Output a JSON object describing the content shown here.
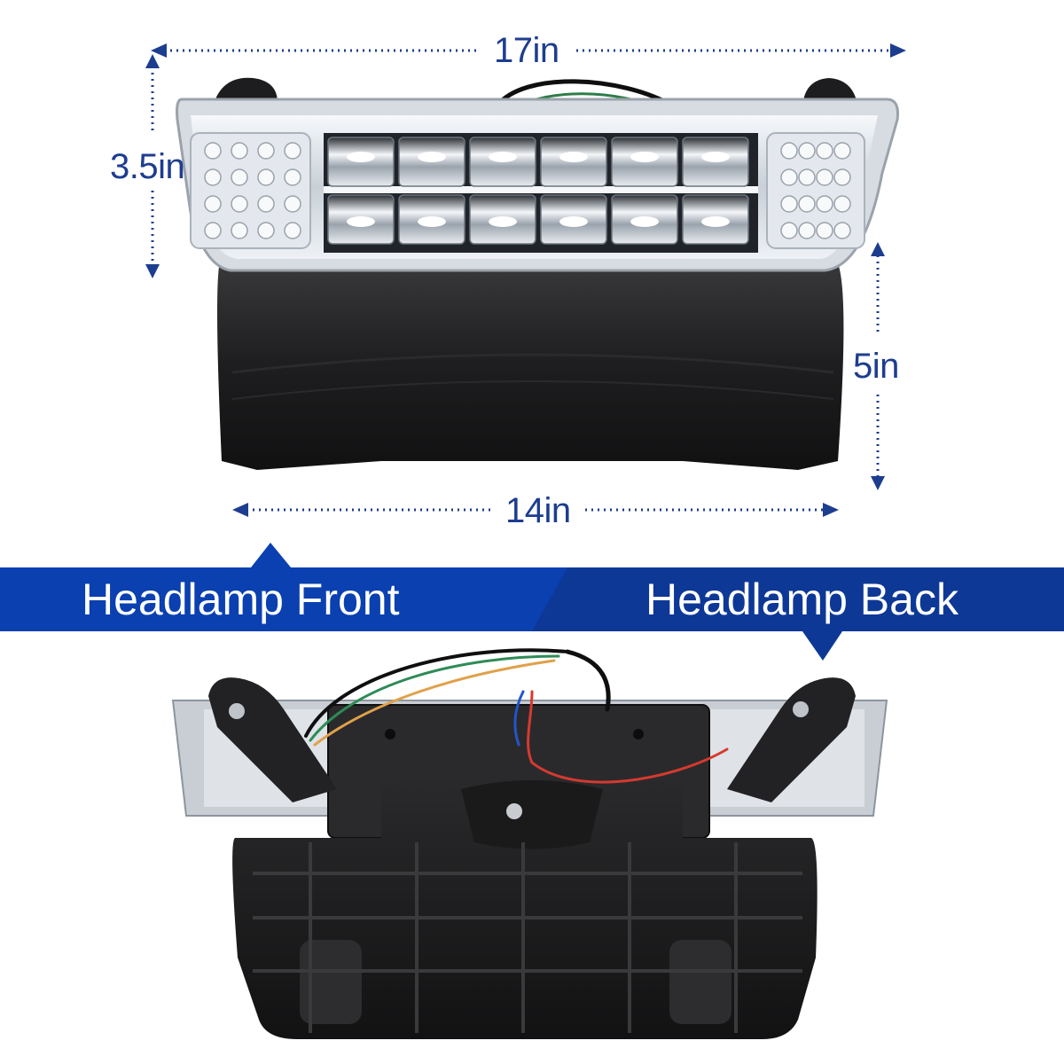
{
  "dimensions": {
    "top_width": "17in",
    "lens_height": "3.5in",
    "total_height": "5in",
    "bottom_width": "14in"
  },
  "banner": {
    "left_label": "Headlamp Front",
    "right_label": "Headlamp Back"
  },
  "colors": {
    "accent_blue": "#1d3d8f",
    "banner_blue": "#0a40b0",
    "banner_dark": "#06339a",
    "housing_black": "#1c1c1e",
    "lens_clear": "#e9edf2"
  }
}
